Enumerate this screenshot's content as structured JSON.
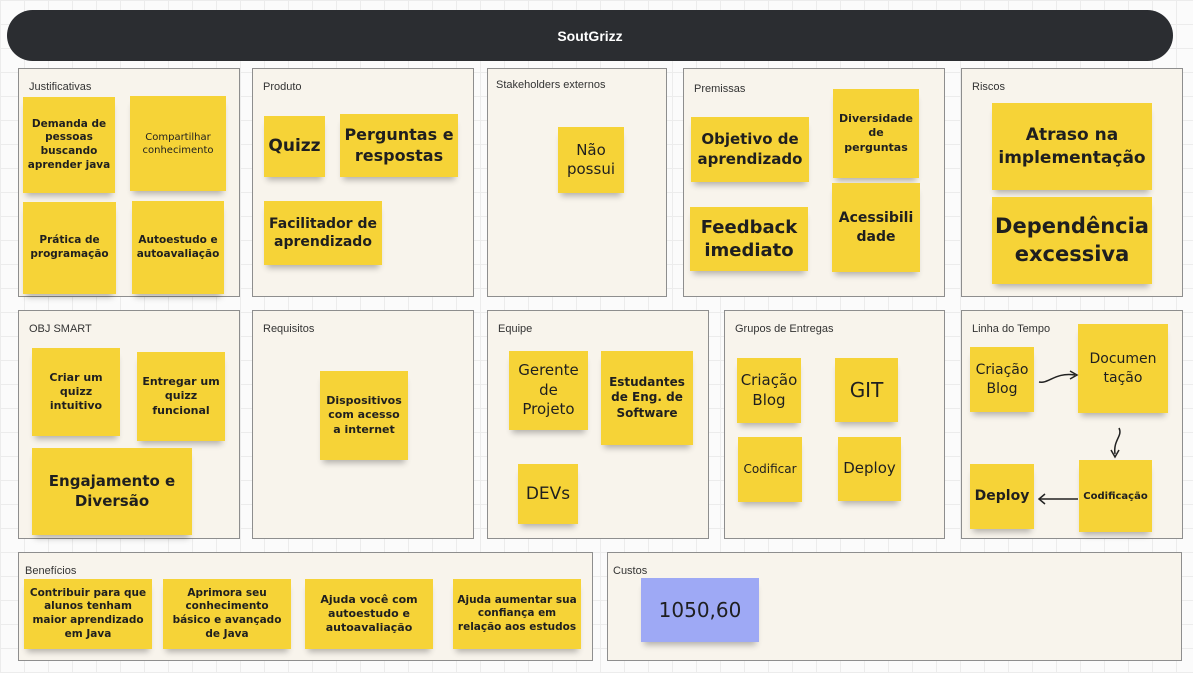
{
  "board": {
    "title": "SoutGrizz"
  },
  "panels": {
    "justificativas": {
      "title": "Justificativas",
      "notes": [
        "Demanda de pessoas buscando aprender java",
        "Compartilhar conhecimento",
        "Prática de programação",
        "Autoestudo e autoavaliação"
      ]
    },
    "produto": {
      "title": "Produto",
      "notes": [
        "Quizz",
        "Perguntas e respostas",
        "Facilitador de aprendizado"
      ]
    },
    "stakeholders": {
      "title": "Stakeholders externos",
      "notes": [
        "Não possui"
      ]
    },
    "premissas": {
      "title": "Premissas",
      "notes": [
        "Objetivo de aprendizado",
        "Diversidade de perguntas",
        "Feedback imediato",
        "Acessibili dade"
      ]
    },
    "riscos": {
      "title": "Riscos",
      "notes": [
        "Atraso na implementação",
        "Dependência excessiva"
      ]
    },
    "obj_smart": {
      "title": "OBJ SMART",
      "notes": [
        "Criar um quizz intuitivo",
        "Entregar um quizz funcional",
        "Engajamento e Diversão"
      ]
    },
    "requisitos": {
      "title": "Requisitos",
      "notes": [
        "Dispositivos com acesso a internet"
      ]
    },
    "equipe": {
      "title": "Equipe",
      "notes": [
        "Gerente de Projeto",
        "Estudantes de Eng. de Software",
        "DEVs"
      ]
    },
    "grupos": {
      "title": "Grupos de Entregas",
      "notes": [
        "Criação Blog",
        "GIT",
        "Codificar",
        "Deploy"
      ]
    },
    "linha": {
      "title": "Linha do Tempo",
      "notes": [
        "Criação Blog",
        "Documen tação",
        "Deploy",
        "Codificação"
      ]
    },
    "beneficios": {
      "title": "Benefícios",
      "notes": [
        "Contribuir para que alunos tenham maior aprendizado em Java",
        "Aprimora seu conhecimento básico e avançado de Java",
        "Ajuda você com autoestudo e autoavaliação",
        "Ajuda aumentar sua confiança em relação aos estudos"
      ]
    },
    "custos": {
      "title": "Custos",
      "notes": [
        "1050,60"
      ]
    }
  },
  "colors": {
    "sticky_yellow": "#f6d337",
    "sticky_blue": "#9ea9f5",
    "header": "#2b2d31",
    "panel_bg": "#f8f4ec"
  }
}
